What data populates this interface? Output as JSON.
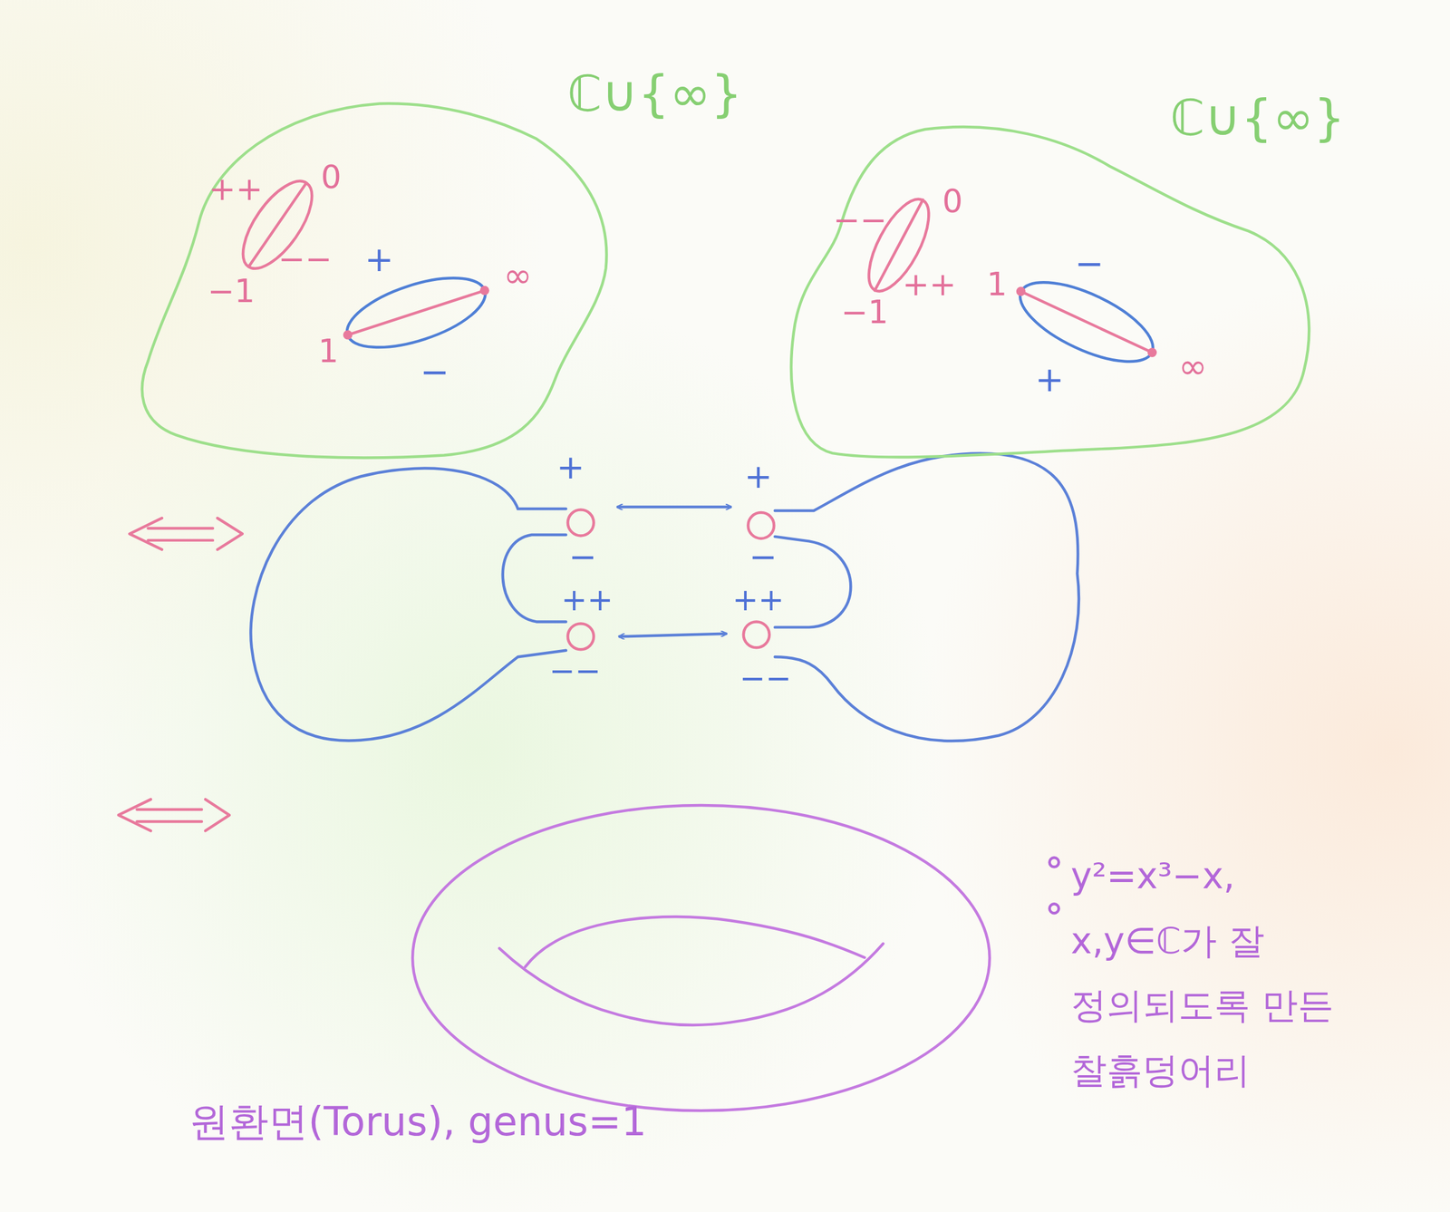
{
  "diagram": {
    "nodes": [
      {
        "text": [
          "ℂ∪{∞}"
        ]
      },
      {
        "text": [
          "ℂ∪{∞}"
        ]
      },
      {
        "text": [
          "원환면(Torus), genus=1"
        ]
      }
    ],
    "labels": [
      "++",
      "0",
      "−−",
      "−1",
      "+",
      "1",
      "∞",
      "−",
      "−−",
      "0",
      "++",
      "−1",
      "1",
      "−",
      "+",
      "∞",
      "+",
      "−",
      "++",
      "−−",
      "+",
      "−",
      "++",
      "−−",
      "y²=x³−x, x,y∈ℂ가 잘 정의되도록 만든 찰흙덩어리"
    ]
  }
}
